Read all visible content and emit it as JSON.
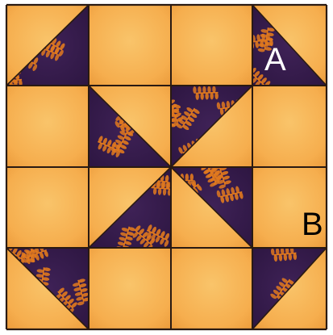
{
  "colors": {
    "gold": "#f6ae4e",
    "gold_dark": "#eb9a3a",
    "gold_light": "#f9c46a",
    "purple": "#3f2257",
    "purple_dark": "#2c1540",
    "leaf_orange": "#e0791e",
    "seam": "#2a1a12",
    "border_white": "#ffffff"
  },
  "grid": {
    "rows": 4,
    "cols": 4
  },
  "cells": [
    {
      "row": 0,
      "col": 0,
      "type": "hst",
      "dark": "br"
    },
    {
      "row": 0,
      "col": 1,
      "type": "plain"
    },
    {
      "row": 0,
      "col": 2,
      "type": "plain"
    },
    {
      "row": 0,
      "col": 3,
      "type": "hst",
      "dark": "bl"
    },
    {
      "row": 1,
      "col": 0,
      "type": "plain"
    },
    {
      "row": 1,
      "col": 1,
      "type": "hst",
      "dark": "bl"
    },
    {
      "row": 1,
      "col": 2,
      "type": "hst",
      "dark": "tl"
    },
    {
      "row": 1,
      "col": 3,
      "type": "plain"
    },
    {
      "row": 2,
      "col": 0,
      "type": "plain"
    },
    {
      "row": 2,
      "col": 1,
      "type": "hst",
      "dark": "br"
    },
    {
      "row": 2,
      "col": 2,
      "type": "hst",
      "dark": "tr"
    },
    {
      "row": 2,
      "col": 3,
      "type": "plain"
    },
    {
      "row": 3,
      "col": 0,
      "type": "hst",
      "dark": "tr"
    },
    {
      "row": 3,
      "col": 1,
      "type": "plain"
    },
    {
      "row": 3,
      "col": 2,
      "type": "plain"
    },
    {
      "row": 3,
      "col": 3,
      "type": "hst",
      "dark": "tl"
    }
  ],
  "labels": {
    "a": "A",
    "b": "B"
  }
}
